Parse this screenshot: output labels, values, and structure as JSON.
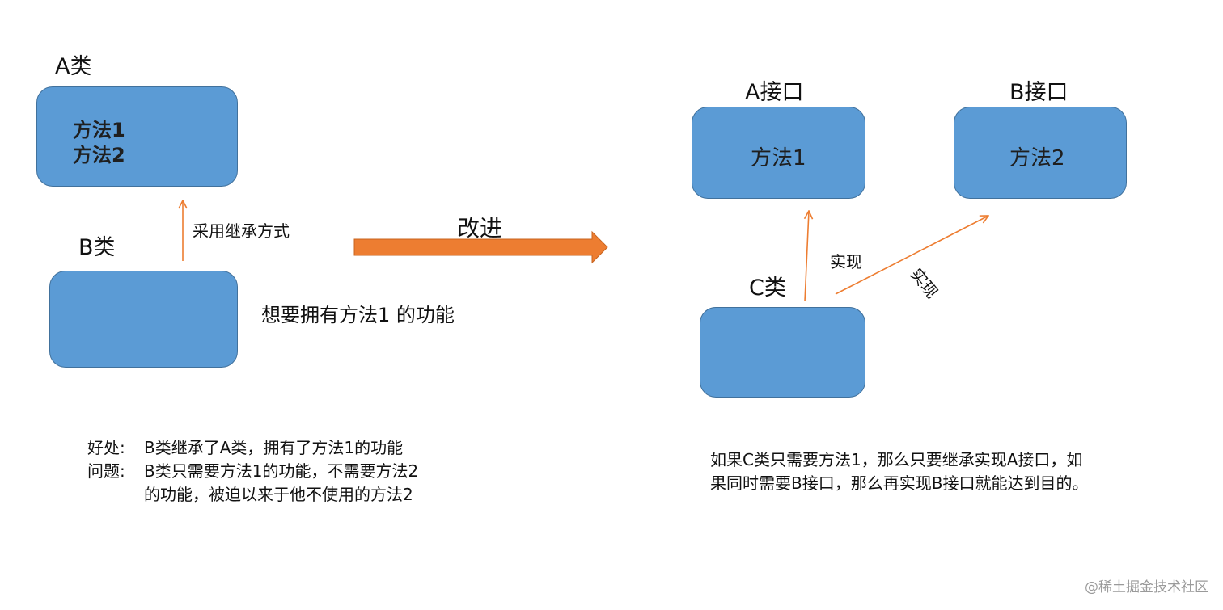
{
  "left": {
    "class_a_title": "A类",
    "class_a_methods": [
      "方法1",
      "方法2"
    ],
    "class_b_title": "B类",
    "inherit_label": "采用继承方式",
    "desire_text": "想要拥有方法1 的功能",
    "notes": {
      "advantage_label": "好处:",
      "advantage_text": "B类继承了A类，拥有了方法1的功能",
      "problem_label": "问题:",
      "problem_line1": "B类只需要方法1的功能，不需要方法2",
      "problem_line2": "的功能，被迫以来于他不使用的方法2"
    }
  },
  "middle": {
    "improve_label": "改进",
    "arrow_color": "#ed7d31"
  },
  "right": {
    "interface_a_title": "A接口",
    "interface_a_method": "方法1",
    "interface_b_title": "B接口",
    "interface_b_method": "方法2",
    "class_c_title": "C类",
    "implement_label_1": "实现",
    "implement_label_2": "实现",
    "summary_line1": "如果C类只需要方法1，那么只要继承实现A接口，如",
    "summary_line2": "果同时需要B接口，那么再实现B接口就能达到目的。"
  },
  "watermark": "@稀土掘金技术社区",
  "colors": {
    "box_fill": "#5b9bd5",
    "box_border": "#41719c",
    "thin_arrow": "#ed7d31"
  }
}
